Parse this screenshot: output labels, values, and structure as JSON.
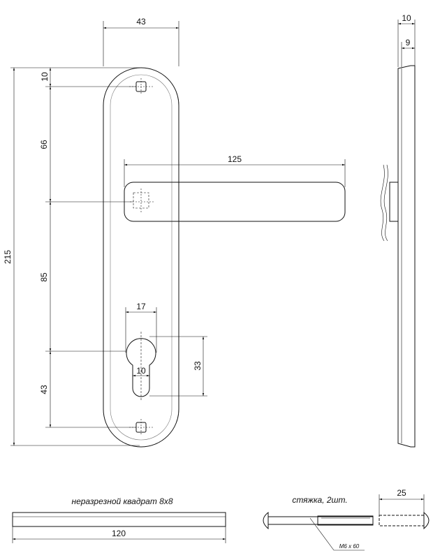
{
  "dimensions": {
    "plate_width": "43",
    "total_height": "215",
    "top_hole_offset": "10",
    "hole_to_square": "66",
    "square_to_cylinder": "85",
    "cylinder_to_bottom_hole": "43",
    "lever_length": "125",
    "cylinder_top_width": "17",
    "cylinder_slot_width": "10",
    "cylinder_height": "33",
    "side_total_thickness": "10",
    "side_plate_thickness": "9"
  },
  "spindle": {
    "caption": "неразрезной квадрат 8x8",
    "length": "120"
  },
  "screw": {
    "caption": "стяжка, 2шт.",
    "length": "25",
    "thread_note": "M6 x 60"
  }
}
